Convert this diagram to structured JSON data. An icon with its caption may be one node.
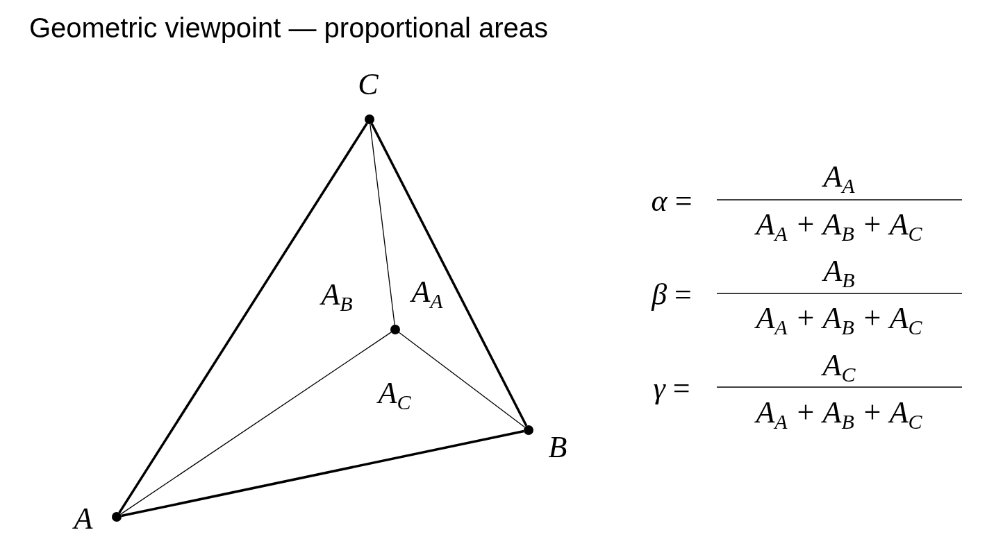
{
  "diagram": {
    "title": "Geometric viewpoint — proportional areas",
    "nodes": [
      {
        "text": [],
        "shape": "circle",
        "beside": [
          "C"
        ]
      },
      {
        "text": [],
        "shape": "circle"
      },
      {
        "text": [],
        "shape": "circle",
        "beside": [
          "B"
        ]
      },
      {
        "text": [],
        "shape": "circle",
        "beside": [
          "A"
        ]
      }
    ],
    "edges": [
      {
        "from": 0,
        "to": 3,
        "arrow": "none",
        "style": "thick"
      },
      {
        "from": 0,
        "to": 2,
        "arrow": "none",
        "style": "thick"
      },
      {
        "from": 3,
        "to": 2,
        "arrow": "none",
        "style": "thick"
      },
      {
        "from": 0,
        "to": 1,
        "arrow": "none"
      },
      {
        "from": 1,
        "to": 3,
        "arrow": "none"
      },
      {
        "from": 1,
        "to": 2,
        "arrow": "none"
      }
    ],
    "labels": [
      "A$_{B}$",
      "A$_{A}$",
      "A$_{C}$",
      "*α* =",
      "A$_{A}$",
      "A$_{A}$ + A$_{B}$ + A$_{C}$",
      "*β* =",
      "A$_{B}$",
      "A$_{A}$ + A$_{B}$ + A$_{C}$",
      "*γ* =",
      "A$_{C}$",
      "A$_{A}$ + A$_{B}$ + A$_{C}$"
    ]
  }
}
